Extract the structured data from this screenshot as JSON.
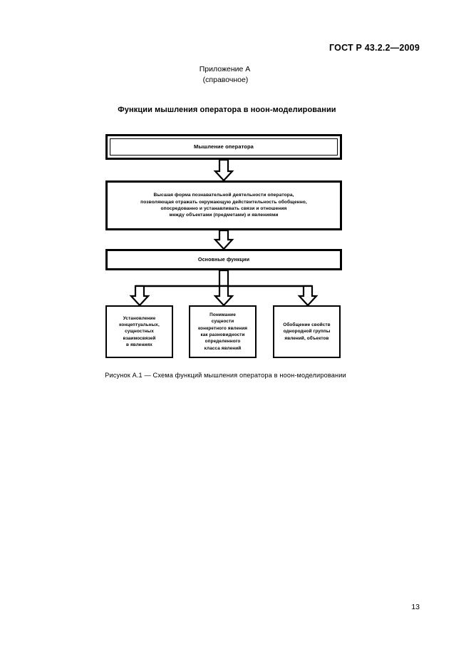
{
  "document": {
    "standard_header": "ГОСТ Р 43.2.2—2009",
    "page_number": "13"
  },
  "appendix": {
    "title": "Приложение А",
    "subtitle": "(справочное)"
  },
  "scheme": {
    "title": "Функции мышления оператора в ноон-моделировании",
    "caption": "Рисунок А.1 — Схема функций мышления оператора в ноон-моделировании"
  },
  "diagram_data": {
    "type": "flowchart",
    "orientation": "top-down",
    "nodes": [
      {
        "id": "thinking",
        "label": "Мышление оператора",
        "style": "double-border",
        "level": 0
      },
      {
        "id": "definition",
        "label": "Высшая форма познавательной деятельности оператора, позволяющая отражать окружающую действительность обобщенно, опосредованно и устанавливать связи и отношения между объектами (предметами) и явлениями",
        "lines": [
          "Высшая форма познавательной деятельности оператора,",
          "позволяющая отражать окружающую действительность обобщенно,",
          "опосредованно и устанавливать связи и отношения",
          "между объектами (предметами) и явлениями"
        ],
        "style": "single-border",
        "level": 1
      },
      {
        "id": "mainfunctions",
        "label": "Основные функции",
        "style": "single-border",
        "level": 2
      },
      {
        "id": "leaf-0",
        "label": "Установление концептуальных, сущностных взаимосвязей в явлениях",
        "lines": [
          "Установление",
          "концептуальных,",
          "сущностных",
          "взаимосвязей",
          "в явлениях"
        ],
        "style": "single-border",
        "level": 3
      },
      {
        "id": "leaf-1",
        "label": "Понимание сущности конкретного явления как разновидности определенного класса явлений",
        "lines": [
          "Понимание",
          "сущности",
          "конкретного явления",
          "как разновидности",
          "определенного",
          "класса явлений"
        ],
        "style": "single-border",
        "level": 3
      },
      {
        "id": "leaf-2",
        "label": "Обобщение свойств однородной группы явлений, объектов",
        "lines": [
          "Обобщение свойств",
          "однородной группы",
          "явлений, объектов"
        ],
        "style": "single-border",
        "level": 3
      }
    ],
    "edges": [
      {
        "from": "thinking",
        "to": "definition",
        "arrow": "outlined-down"
      },
      {
        "from": "definition",
        "to": "mainfunctions",
        "arrow": "outlined-down"
      },
      {
        "from": "mainfunctions",
        "to": "leaf-0",
        "arrow": "outlined-down"
      },
      {
        "from": "mainfunctions",
        "to": "leaf-1",
        "arrow": "outlined-down"
      },
      {
        "from": "mainfunctions",
        "to": "leaf-2",
        "arrow": "outlined-down"
      }
    ],
    "colors": {
      "stroke": "#000000",
      "fill": "#ffffff",
      "text": "#000000"
    }
  }
}
